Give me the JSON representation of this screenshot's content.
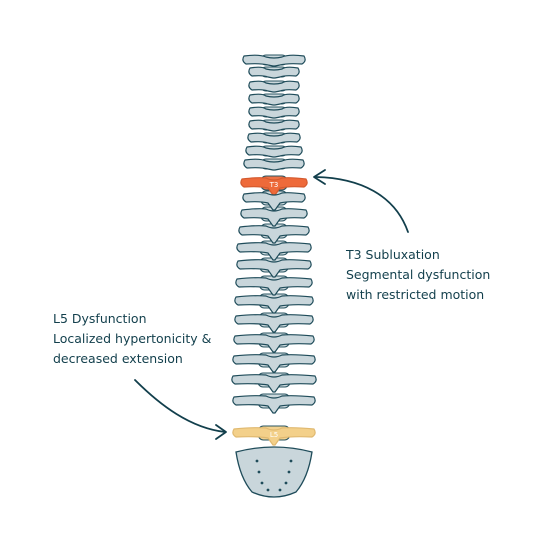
{
  "vertebra_labels": {
    "t3": "T3",
    "l5": "L5"
  },
  "annotations": {
    "t3": {
      "title": "T3 Subluxation",
      "line2": "Segmental dysfunction",
      "line3": "with restricted motion"
    },
    "l5": {
      "title": "L5 Dysfunction",
      "line2": "Localized hypertonicity &",
      "line3": "decreased extension"
    }
  },
  "colors": {
    "vertebra_fill": "#c9d6db",
    "vertebra_stroke": "#1f4c5a",
    "t3_highlight": "#ee6a3a",
    "l5_highlight": "#f3d08a",
    "arrow": "#123f4c",
    "text": "#123f4c"
  }
}
